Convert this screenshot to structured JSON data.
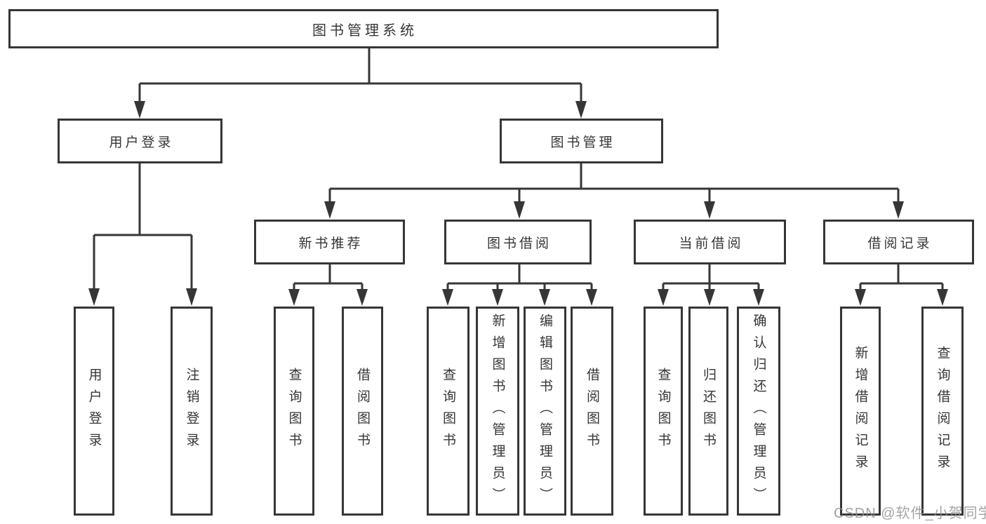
{
  "tree": {
    "root": {
      "label": "图书管理系统",
      "children": [
        {
          "label": "用户登录",
          "children": [
            {
              "label": "用户登录"
            },
            {
              "label": "注销登录"
            }
          ]
        },
        {
          "label": "图书管理",
          "children": [
            {
              "label": "新书推荐",
              "children": [
                {
                  "label": "查询图书"
                },
                {
                  "label": "借阅图书"
                }
              ]
            },
            {
              "label": "图书借阅",
              "children": [
                {
                  "label": "查询图书"
                },
                {
                  "label": "新增图书（管理员）"
                },
                {
                  "label": "编辑图书（管理员）"
                },
                {
                  "label": "借阅图书"
                }
              ]
            },
            {
              "label": "当前借阅",
              "children": [
                {
                  "label": "查询图书"
                },
                {
                  "label": "归还图书"
                },
                {
                  "label": "确认归还（管理员）"
                }
              ]
            },
            {
              "label": "借阅记录",
              "children": [
                {
                  "label": "新增借阅记录"
                },
                {
                  "label": "查询借阅记录"
                }
              ]
            }
          ]
        }
      ]
    }
  },
  "watermark": "CSDN @软件_小贺同学",
  "colors": {
    "line": "#363636",
    "text": "#363636",
    "watermark": "#8f8f8f",
    "background": "#ffffff"
  }
}
